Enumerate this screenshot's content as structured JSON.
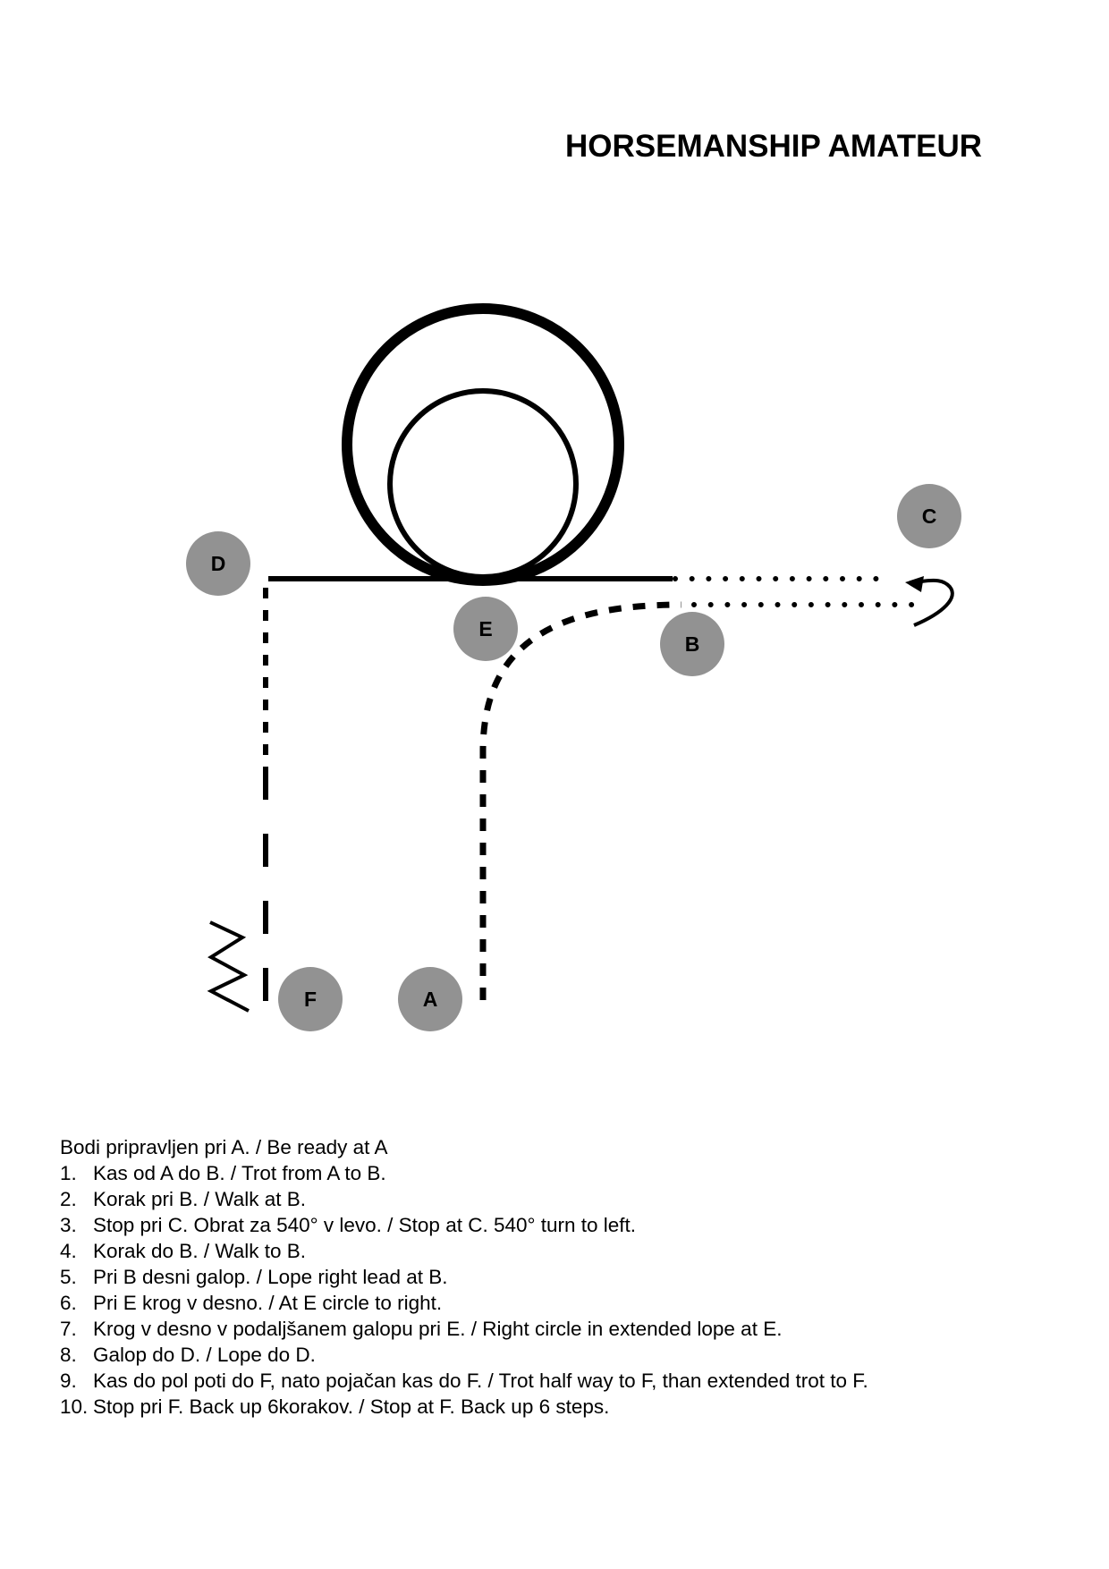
{
  "title": "HORSEMANSHIP AMATEUR",
  "markers": [
    {
      "id": "A",
      "label": "A"
    },
    {
      "id": "B",
      "label": "B"
    },
    {
      "id": "C",
      "label": "C"
    },
    {
      "id": "D",
      "label": "D"
    },
    {
      "id": "E",
      "label": "E"
    },
    {
      "id": "F",
      "label": "F"
    }
  ],
  "colors": {
    "marker_fill": "#929292",
    "line": "#000000"
  },
  "instructions": {
    "intro": "Bodi pripravljen pri A. / Be ready at A",
    "steps": [
      {
        "num": "1.",
        "text": "Kas od A do B. / Trot from A to B."
      },
      {
        "num": "2.",
        "text": "Korak pri B. / Walk at B."
      },
      {
        "num": "3.",
        "text": "Stop pri C. Obrat za 540° v levo. / Stop at C. 540° turn to left."
      },
      {
        "num": "4.",
        "text": "Korak do B. / Walk to B."
      },
      {
        "num": "5.",
        "text": "Pri B desni galop. / Lope right lead at B."
      },
      {
        "num": "6.",
        "text": "Pri E krog v desno. / At E circle to right."
      },
      {
        "num": "7.",
        "text": "Krog v desno v podaljšanem galopu pri E. / Right circle in extended lope at E."
      },
      {
        "num": "8.",
        "text": "Galop do D. / Lope do D."
      },
      {
        "num": "9.",
        "text": "Kas do pol poti do F, nato pojačan kas do F. / Trot half way to F, than extended trot to F."
      },
      {
        "num": "10.",
        "text": "Stop pri F. Back up 6korakov. / Stop at F. Back up 6 steps."
      }
    ]
  }
}
